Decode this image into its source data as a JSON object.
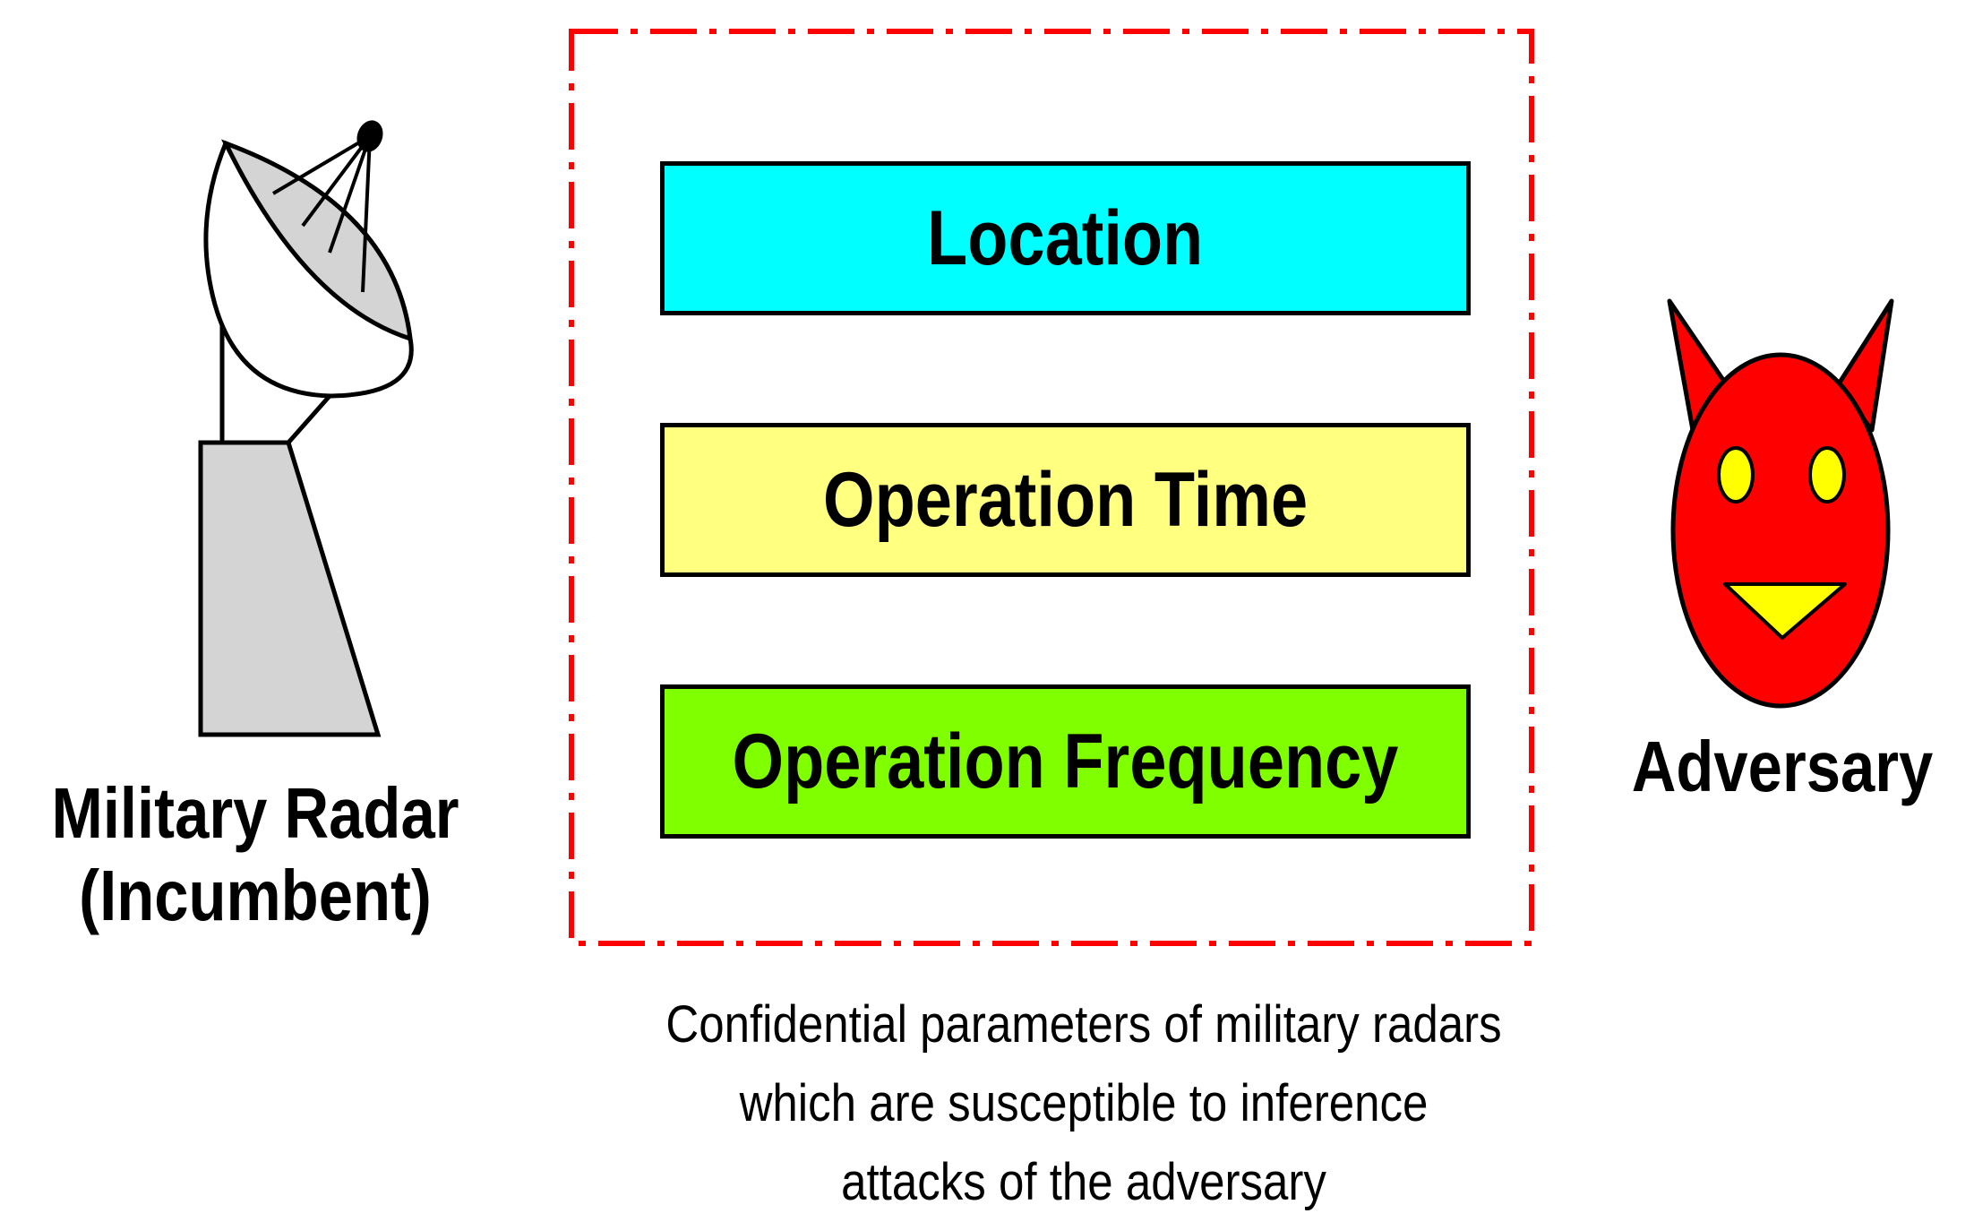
{
  "radar": {
    "label_line1": "Military Radar",
    "label_line2": "(Incumbent)",
    "icon": "satellite-dish-radar-icon"
  },
  "parameters_group": {
    "border_color": "#ff0000",
    "border_style": "dash-dot",
    "items": [
      {
        "label": "Location",
        "color": "#00ffff"
      },
      {
        "label": "Operation Time",
        "color": "#ffff80"
      },
      {
        "label": "Operation Frequency",
        "color": "#80ff00"
      }
    ]
  },
  "adversary": {
    "label": "Adversary",
    "icon": "red-devil-face-icon",
    "face_color": "#ff0000",
    "feature_color": "#ffff00"
  },
  "caption": {
    "line1": "Confidential parameters of military radars",
    "line2": "which are susceptible to inference",
    "line3": "attacks of the adversary"
  }
}
